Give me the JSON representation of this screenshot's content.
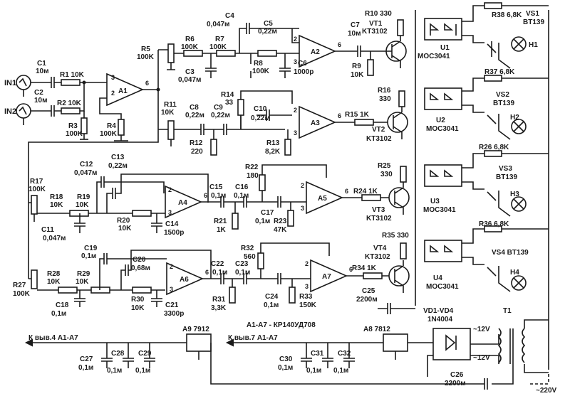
{
  "inputs": {
    "in1": "IN1",
    "in2": "IN2"
  },
  "labels": {
    "c1": "C1",
    "c1v": "10м",
    "c2": "C2",
    "c2v": "10м",
    "r1": "R1 10K",
    "r2": "R2 10K",
    "r3": "R3",
    "r3v": "100K",
    "r4": "R4",
    "r4v": "100K",
    "a1": "A1",
    "r5": "R5",
    "r5v": "100K",
    "r6": "R6",
    "r6v": "100K",
    "r7": "R7",
    "r7v": "100K",
    "c3": "C3",
    "c3v": "0,047м",
    "c4": "C4",
    "c4v": "0,047м",
    "c5": "C5",
    "c5v": "0,22м",
    "r8": "R8",
    "r8v": "100K",
    "c6": "C6",
    "c6v": "1000р",
    "a2": "A2",
    "c7": "C7",
    "c7v": "10м",
    "r9": "R9",
    "r9v": "10K",
    "r10": "R10 330",
    "vt1": "VT1",
    "vt1t": "KT3102",
    "r11": "R11",
    "r11v": "10K",
    "c8": "C8",
    "c8v": "0,22м",
    "c9": "C9",
    "c9v": "0,22м",
    "r14": "R14",
    "r14v": "33",
    "c10": "C10",
    "c10v": "0,22м",
    "r12": "R12",
    "r12v": "220",
    "r13": "R13",
    "r13v": "8,2K",
    "a3": "A3",
    "r15": "R15 1K",
    "r16": "R16",
    "r16v": "330",
    "vt2": "VT2",
    "vt2t": "KT3102",
    "c12": "C12",
    "c12v": "0,047м",
    "c13": "C13",
    "c13v": "0,22м",
    "r17": "R17",
    "r17v": "100K",
    "r18": "R18",
    "r18v": "10K",
    "r19": "R19",
    "r19v": "10K",
    "c11": "C11",
    "c11v": "0,047м",
    "r20": "R20",
    "r20v": "10K",
    "c14": "C14",
    "c14v": "1500р",
    "a4": "A4",
    "c15": "C15",
    "c15v": "0,1м",
    "c16": "C16",
    "c16v": "0,1м",
    "r22": "R22",
    "r22v": "180",
    "r21": "R21",
    "r21v": "1K",
    "c17": "C17",
    "c17v": "0,1м",
    "r23": "R23",
    "r23v": "47K",
    "a5": "A5",
    "r24": "R24 1K",
    "r25": "R25",
    "r25v": "330",
    "vt3": "VT3",
    "vt3t": "KT3102",
    "c19": "C19",
    "c19v": "0,1м",
    "c20": "C20",
    "c20v": "0,68м",
    "r27": "R27",
    "r27v": "100K",
    "r28": "R28",
    "r28v": "10K",
    "r29": "R29",
    "r29v": "10K",
    "c18": "C18",
    "c18v": "0,1м",
    "r30": "R30",
    "r30v": "10K",
    "c21": "C21",
    "c21v": "3300р",
    "a6": "A6",
    "c22": "C22",
    "c22v": "0,1м",
    "r32": "R32",
    "r32v": "560",
    "c23": "C23",
    "c23v": "0,1м",
    "r31": "R31",
    "r31v": "3,3K",
    "c24": "C24",
    "c24v": "0,1м",
    "r33": "R33",
    "r33v": "150K",
    "a7": "A7",
    "r34": "R34 1K",
    "r35": "R35 330",
    "vt4": "VT4",
    "vt4t": "KT3102",
    "u1": "U1",
    "u1t": "MOC3041",
    "u2": "U2",
    "u2t": "MOC3041",
    "u3": "U3",
    "u3t": "MOC3041",
    "u4": "U4",
    "u4t": "MOC3041",
    "r38": "R38 6,8K",
    "r37": "R37 6,8K",
    "r26": "R26 6,8K",
    "r36": "R36 6,8K",
    "vs1": "VS1",
    "vs1t": "BT139",
    "vs2": "VS2",
    "vs2t": "BT139",
    "vs3": "VS3",
    "vs3t": "BT139",
    "vs4": "VS4 BT139",
    "h1": "H1",
    "h2": "H2",
    "h3": "H3",
    "h4": "H4",
    "c25": "C25",
    "c25v": "2200м",
    "chip_note": "A1-A7 - КР140УД708",
    "vd": "VD1-VD4",
    "vdt": "1N4004",
    "t1": "T1",
    "v12a": "~12V",
    "v12b": "~12V",
    "v220": "~220V",
    "c26": "C26",
    "c26v": "2200м",
    "a9": "A9 7912",
    "a8": "A8 7812",
    "to_pin4": "К выв.4 A1-A7",
    "to_pin7": "К выв.7 A1-A7",
    "c27": "C27",
    "c27v": "0,1м",
    "c28": "C28",
    "c28v": "0,1м",
    "c29": "C29",
    "c29v": "0,1м",
    "c30": "C30",
    "c30v": "0,1м",
    "c31": "C31",
    "c31v": "0,1м",
    "c32": "C32",
    "c32v": "0,1м"
  }
}
